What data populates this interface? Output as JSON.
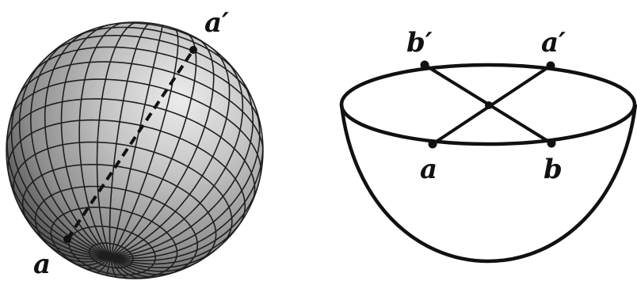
{
  "colors": {
    "ink": "#111111",
    "sphere_light": "#d8d8d8",
    "sphere_mid": "#9a9a9a",
    "sphere_dark": "#3a3a3a",
    "background": "#ffffff"
  },
  "left_figure": {
    "label_a": "a",
    "label_a_prime": "a′"
  },
  "right_figure": {
    "label_a": "a",
    "label_b": "b",
    "label_a_prime": "a′",
    "label_b_prime": "b′"
  }
}
